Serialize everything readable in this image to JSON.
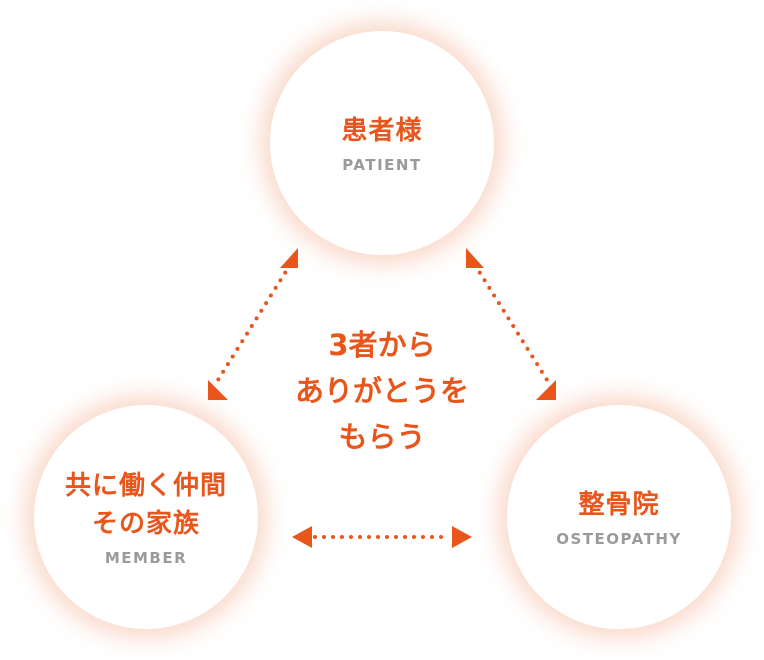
{
  "nodes": {
    "patient": {
      "jp": "患者様",
      "en": "PATIENT"
    },
    "member": {
      "jp_line1": "共に働く仲間",
      "jp_line2": "その家族",
      "en": "MEMBER"
    },
    "osteopathy": {
      "jp": "整骨院",
      "en": "OSTEOPATHY"
    }
  },
  "center": {
    "line1": "3者から",
    "line2": "ありがとうを",
    "line3": "もらう"
  },
  "colors": {
    "accent": "#e8561b",
    "subtext": "#9a9a9a"
  }
}
